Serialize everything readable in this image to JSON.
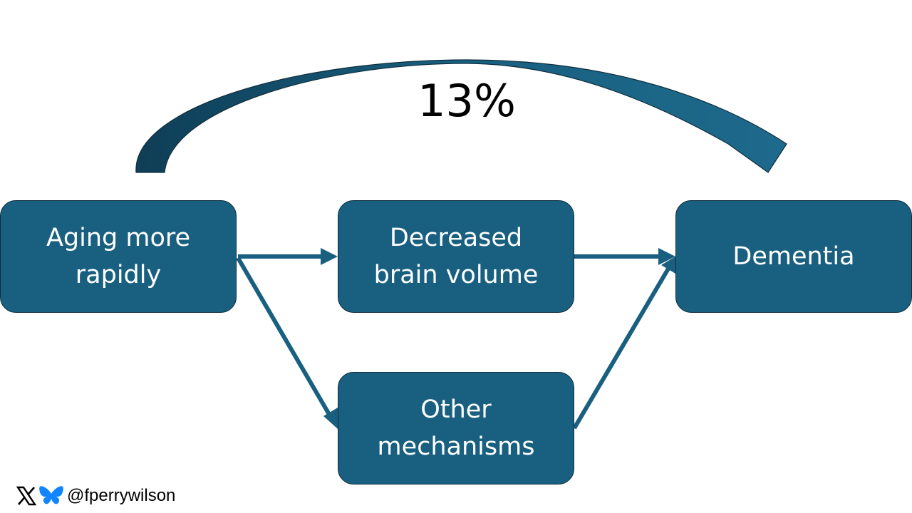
{
  "diagram": {
    "effect_label": "13%",
    "nodes": {
      "aging": "Aging more rapidly",
      "brain": "Decreased brain volume",
      "other": "Other mechanisms",
      "dementia": "Dementia"
    },
    "edges": [
      {
        "from": "aging",
        "to": "brain"
      },
      {
        "from": "aging",
        "to": "other"
      },
      {
        "from": "brain",
        "to": "dementia"
      },
      {
        "from": "other",
        "to": "dementia"
      },
      {
        "from": "aging",
        "to": "dementia",
        "style": "curved-block-arrow",
        "label": "13%"
      }
    ],
    "colors": {
      "box_fill": "#185f80",
      "box_border": "#0f2d3c",
      "arrow": "#185f80",
      "curved_arrow_dark": "#0f3e56",
      "curved_arrow_light": "#1e6a8c",
      "text_on_box": "#ffffff"
    }
  },
  "footer": {
    "icons": [
      "x-logo-icon",
      "bluesky-butterfly-icon"
    ],
    "handle": "@fperrywilson"
  }
}
